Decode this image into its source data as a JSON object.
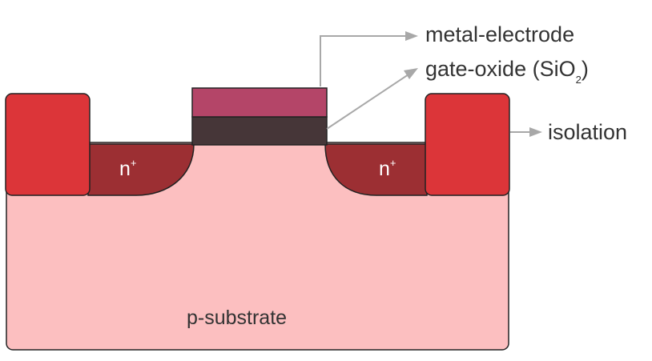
{
  "labels": {
    "metal_electrode": "metal-electrode",
    "gate_oxide_prefix": "gate-oxide (SiO",
    "gate_oxide_subscript": "2",
    "gate_oxide_suffix": ")",
    "isolation": "isolation",
    "substrate": "p-substrate",
    "source_base": "n",
    "source_sup": "+",
    "drain_base": "n",
    "drain_sup": "+"
  },
  "colors": {
    "substrate": "#fcbfc0",
    "isolation": "#dc3539",
    "n_region": "#9c2f33",
    "gate_oxide": "#463638",
    "metal_electrode": "#b44568",
    "leader_line": "#a8a8a8",
    "outline": "#222222",
    "text": "#333333"
  }
}
